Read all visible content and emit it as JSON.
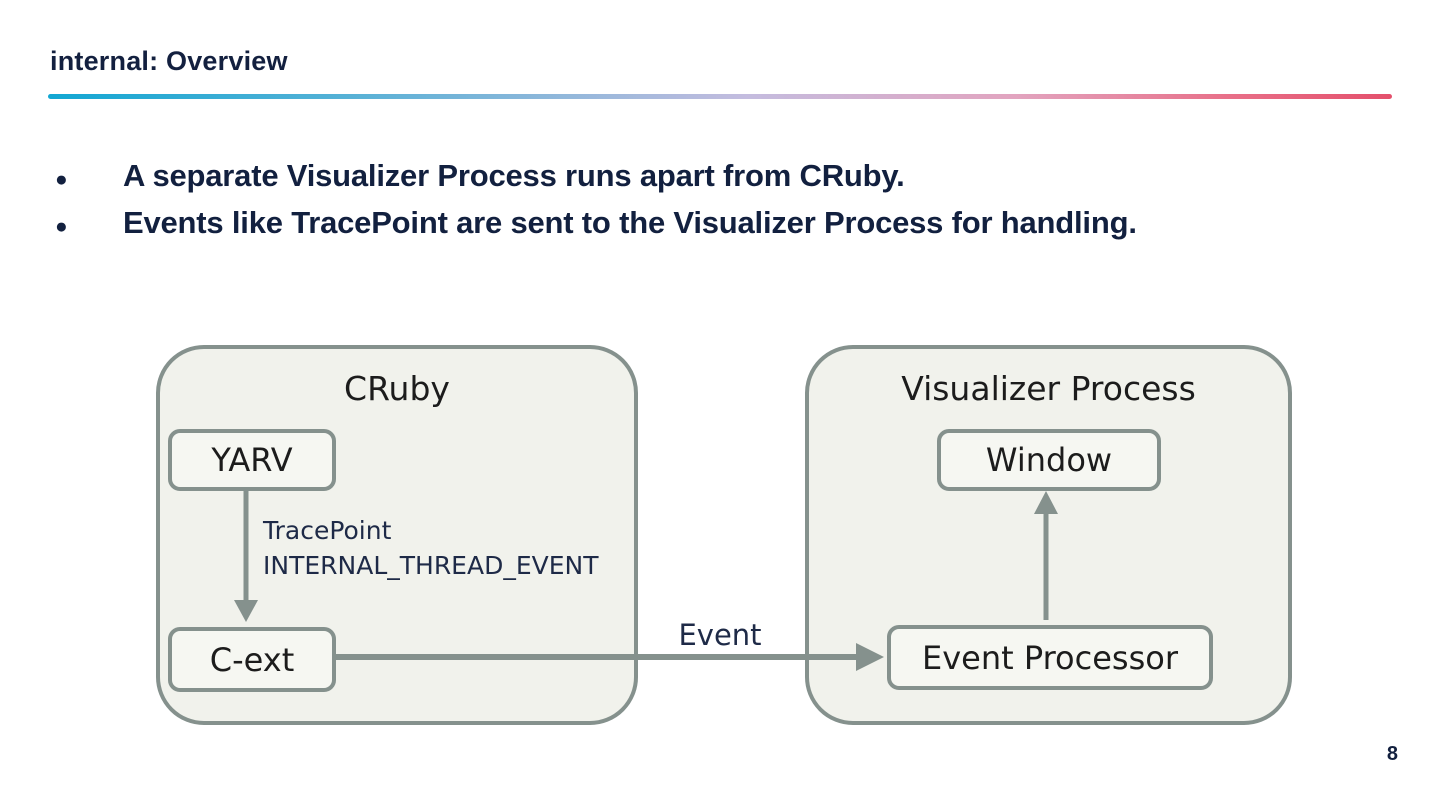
{
  "slide": {
    "title": "internal: Overview",
    "page_number": "8",
    "bullets": [
      "A separate Visualizer Process runs apart from CRuby.",
      "Events like TracePoint are sent to the Visualizer Process for handling."
    ]
  },
  "diagram": {
    "left_container": {
      "title": "CRuby",
      "nodes": {
        "yarv": "YARV",
        "cext": "C-ext"
      }
    },
    "right_container": {
      "title": "Visualizer Process",
      "nodes": {
        "window": "Window",
        "event_processor": "Event Processor"
      }
    },
    "edges": {
      "tracepoint_label_line1": "TracePoint",
      "tracepoint_label_line2": "INTERNAL_THREAD_EVENT",
      "event_label": "Event"
    }
  },
  "colors": {
    "heading_text": "#13203f",
    "accent_gradient_start": "#12a7d3",
    "accent_gradient_mid": "#c4bcdf",
    "accent_gradient_end": "#e4506c",
    "diagram_border": "#85918d",
    "container_fill": "#f1f2ec",
    "node_fill": "#f6f7f2",
    "edge_label_text": "#1e2a47"
  }
}
